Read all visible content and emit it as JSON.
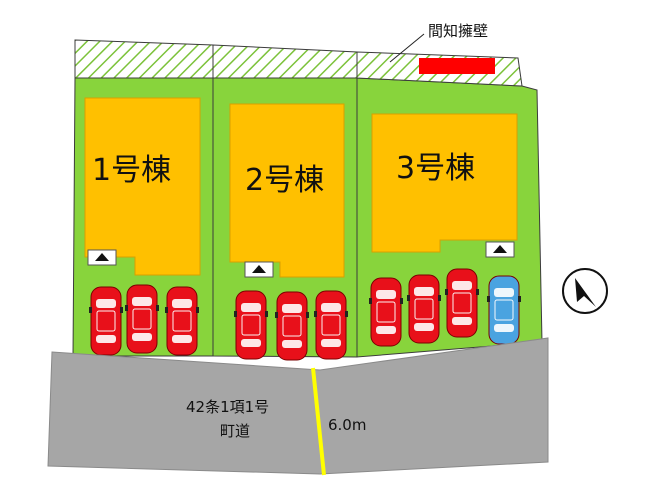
{
  "site_plan": {
    "annotation_label": "間知擁壁",
    "buildings": [
      {
        "label": "1号棟"
      },
      {
        "label": "2号棟"
      },
      {
        "label": "3号棟"
      }
    ],
    "road": {
      "label_line1": "42条1項1号",
      "label_line2": "町道",
      "width_label": "6.0m"
    },
    "colors": {
      "lot": "#88d43c",
      "building": "#ffc000",
      "road": "#a6a6a6",
      "retaining_wall": "#ff0000",
      "car_primary": "#e8101a",
      "car_alt": "#4aa3e0",
      "road_width_line": "#ffff00"
    },
    "compass": "north-arrow-icon",
    "entrance_markers": 3,
    "parking": {
      "lot1_cars": 3,
      "lot2_cars": 3,
      "lot3_cars": 4
    }
  }
}
